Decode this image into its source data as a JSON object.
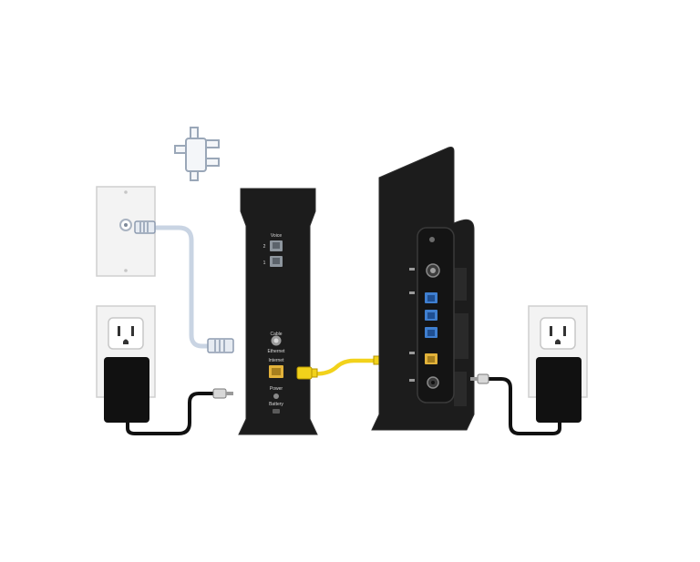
{
  "modem": {
    "labels": {
      "voice": "Voice",
      "line2": "2",
      "line1": "1",
      "cable": "Cable",
      "ethernet": "Ethernet",
      "internet": "Internet",
      "power": "Power",
      "battery": "Battery"
    }
  },
  "colors": {
    "device": "#1c1c1c",
    "ethernet_cable": "#f2d21b",
    "coax_cable": "#c9d4e3",
    "power_cable": "#111111",
    "wall_plate": "#f3f3f3",
    "port_blue": "#3f7fd0",
    "port_yellow": "#e2b23a"
  }
}
